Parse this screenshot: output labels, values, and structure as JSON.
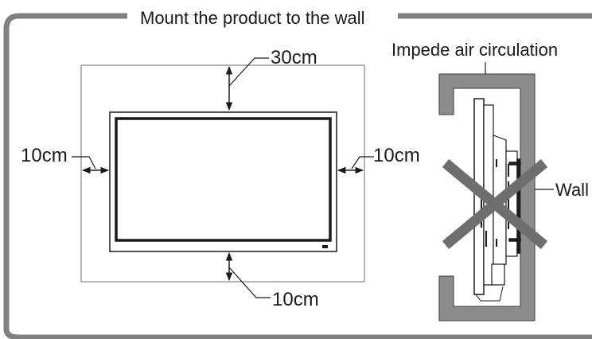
{
  "frame": {
    "title": "Mount the product to the wall"
  },
  "left_diagram": {
    "top_clearance": "30cm",
    "left_clearance": "10cm",
    "right_clearance": "10cm",
    "bottom_clearance": "10cm"
  },
  "right_diagram": {
    "warning_label": "Impede air circulation",
    "wall_label": "Wall"
  },
  "colors": {
    "frame_border": "#808080",
    "line": "#1a1a1a",
    "cross": "#707070",
    "wall": "#8c8c8c"
  }
}
